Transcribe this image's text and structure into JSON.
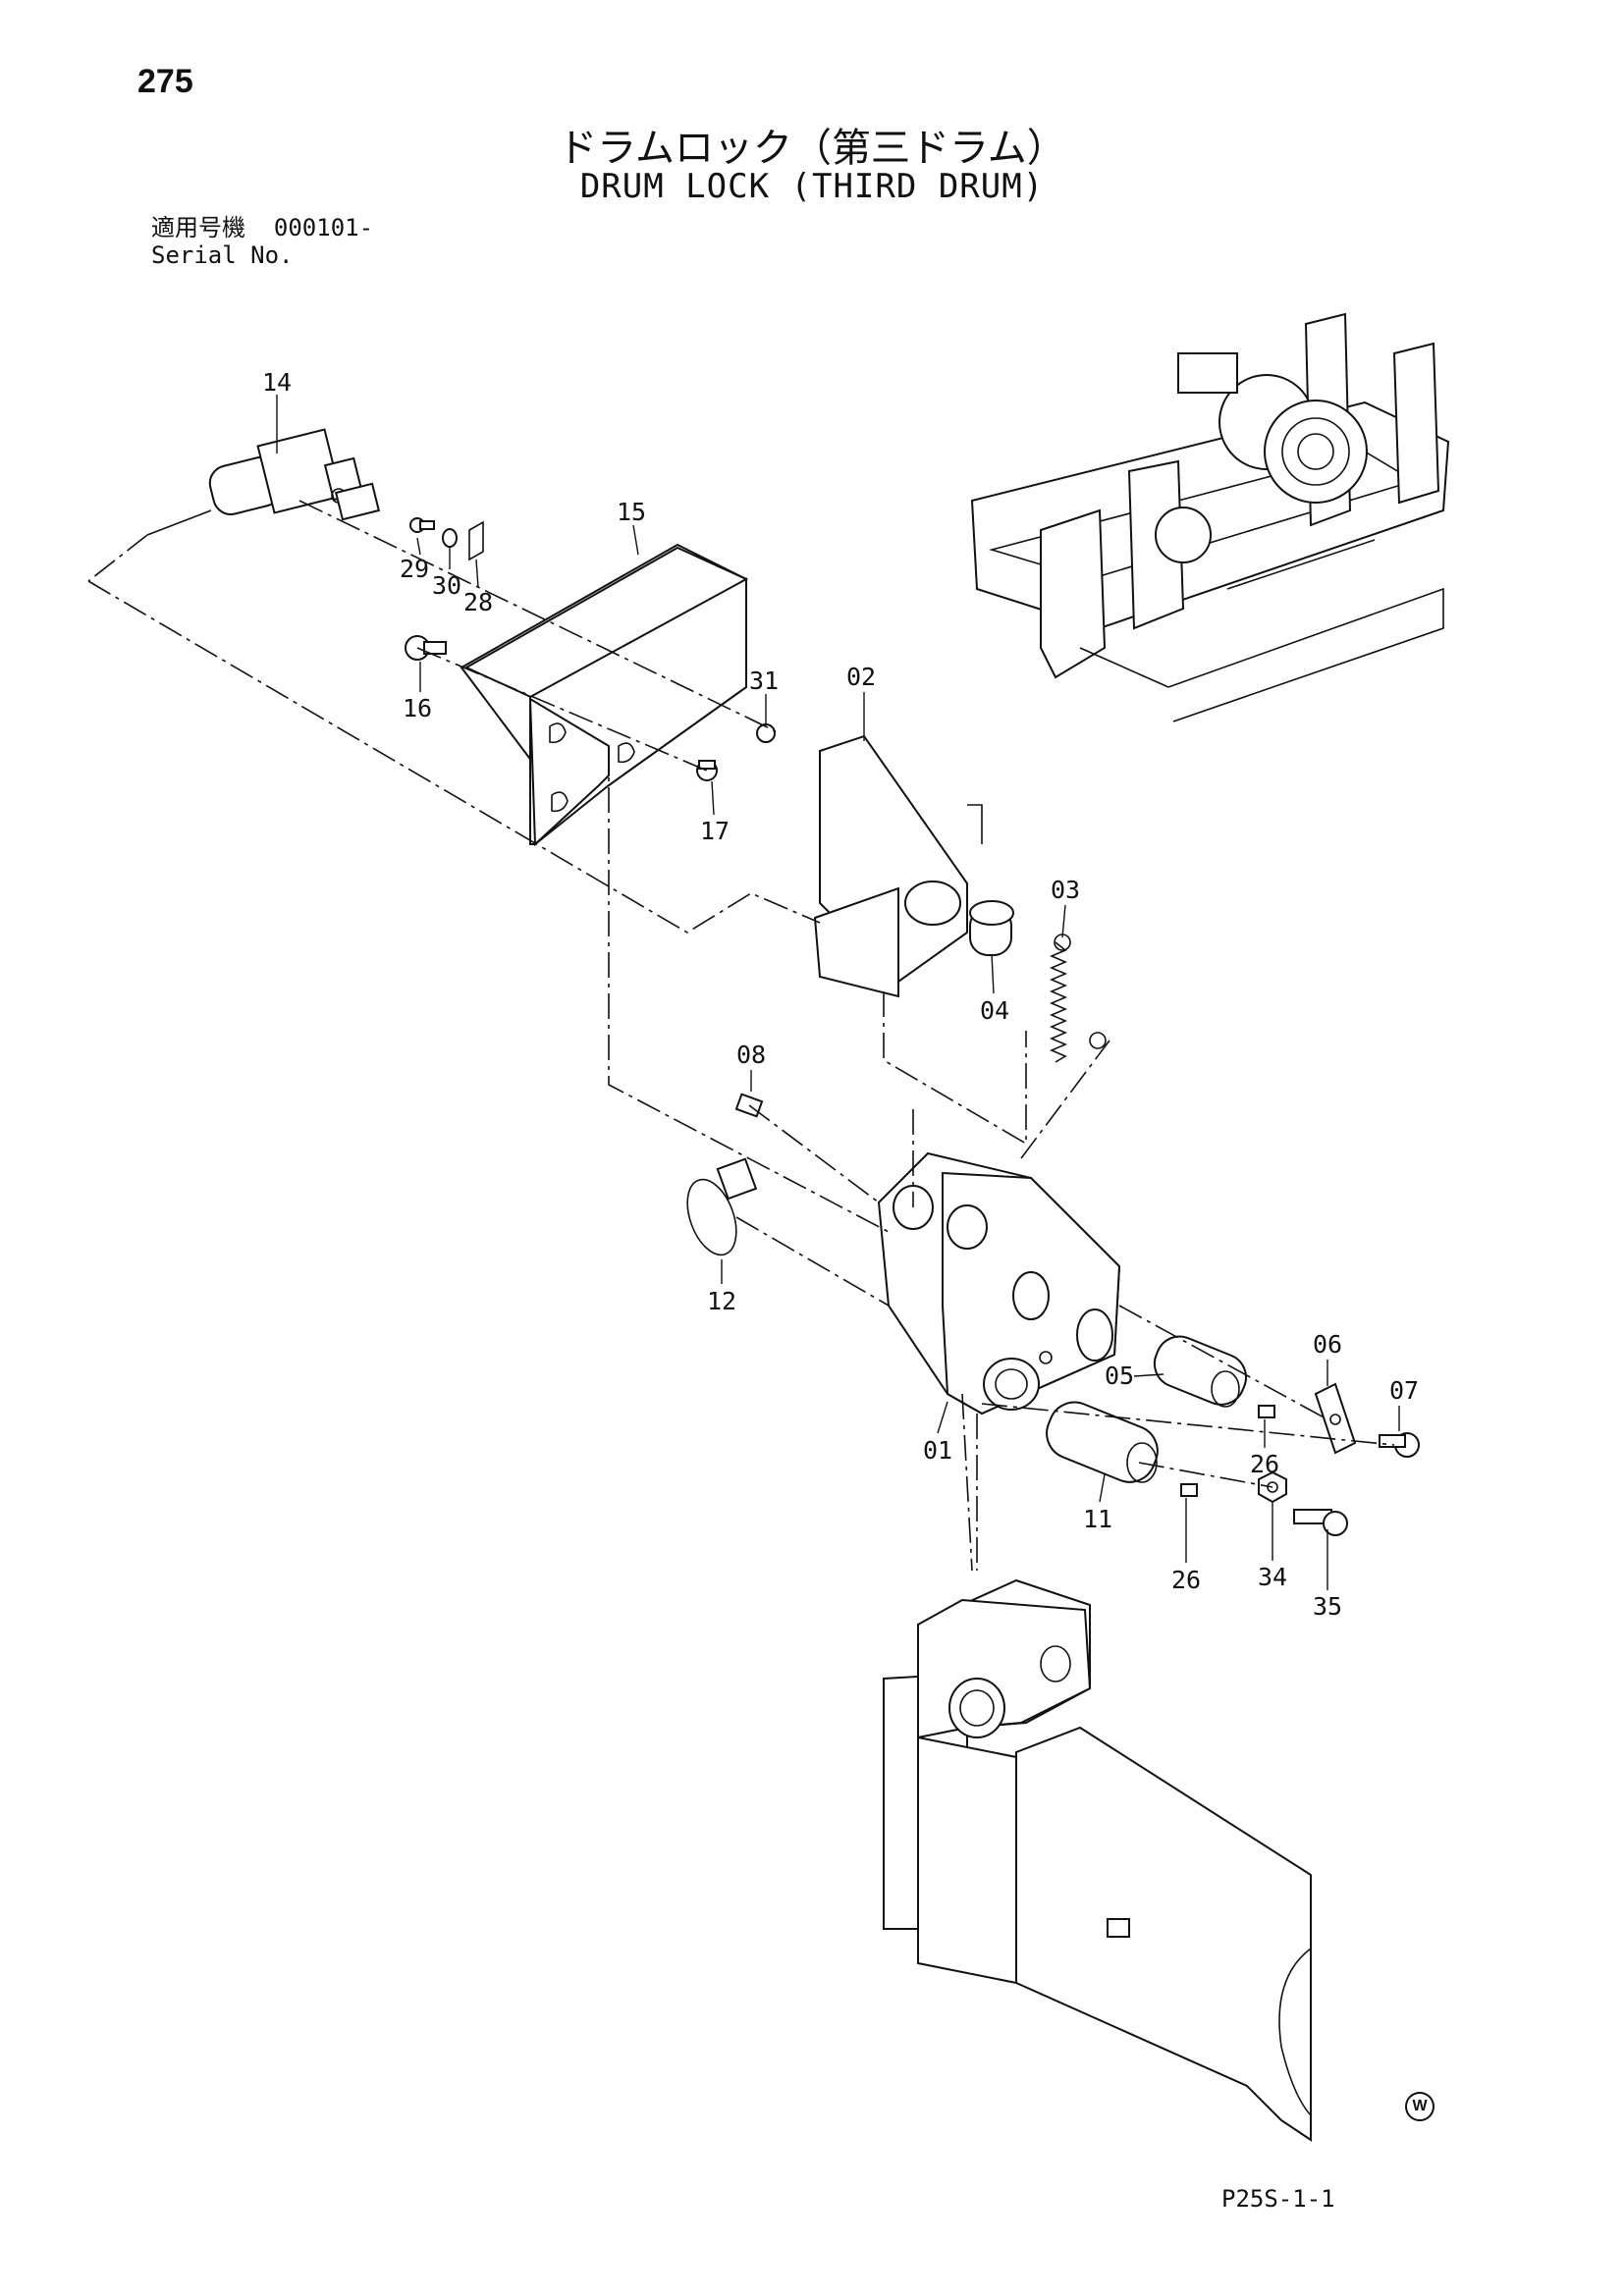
{
  "page": {
    "number": "275",
    "title_ja": "ドラムロック（第三ドラム）",
    "title_en": "DRUM LOCK (THIRD DRUM)",
    "serial_label_ja": "適用号機",
    "serial_value": "000101-",
    "serial_label_en": "Serial No.",
    "figure_code": "P25S-1-1",
    "mark": "W"
  },
  "callouts": [
    "14",
    "15",
    "29",
    "30",
    "28",
    "31",
    "16",
    "17",
    "02",
    "03",
    "04",
    "08",
    "12",
    "01",
    "05",
    "06",
    "07",
    "11",
    "26",
    "26",
    "34",
    "35"
  ]
}
